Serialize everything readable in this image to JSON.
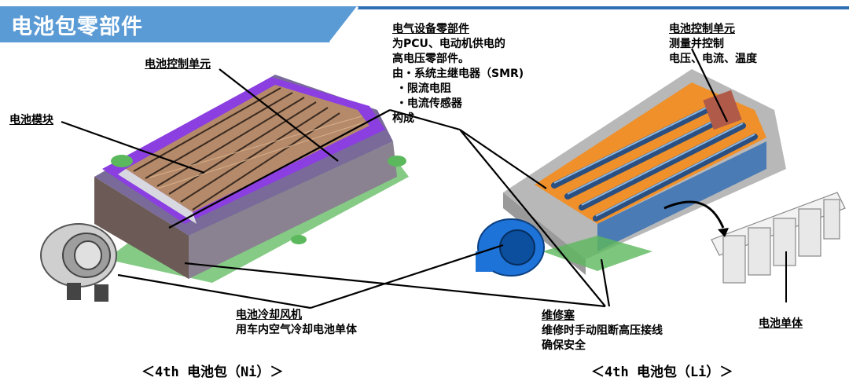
{
  "header": {
    "title": "电池包零部件"
  },
  "labels": {
    "bcu_left": "电池控制单元",
    "module": "电池模块",
    "electrical": {
      "title": "电气设备零部件",
      "lines": [
        "为PCU、电动机供电的",
        "高电压零部件。",
        "由・系统主继电器（SMR)",
        " ・限流电阻",
        " ・电流传感器",
        "构成"
      ]
    },
    "bcu_right": {
      "title": "电池控制单元",
      "lines": [
        "测量并控制",
        "电压、电流、温度"
      ]
    },
    "fan": {
      "title": "电池冷却风机",
      "desc": "用车内空气冷却电池单体"
    },
    "plug": {
      "title": "维修塞",
      "lines": [
        "维修时手动阻断高压接线",
        "确保安全"
      ]
    },
    "cell": "电池单体"
  },
  "captions": {
    "ni": "＜4th  电池包（Ni）＞",
    "li": "＜4th  电池包（Li）＞"
  },
  "colors": {
    "banner": "#5b9bd5",
    "banner_dark": "#2e6fb4",
    "purple": "#8b3fe0",
    "orange": "#f0902a",
    "blue": "#1e73d8",
    "green": "#4caf50",
    "cells": "#3f6fa0"
  }
}
